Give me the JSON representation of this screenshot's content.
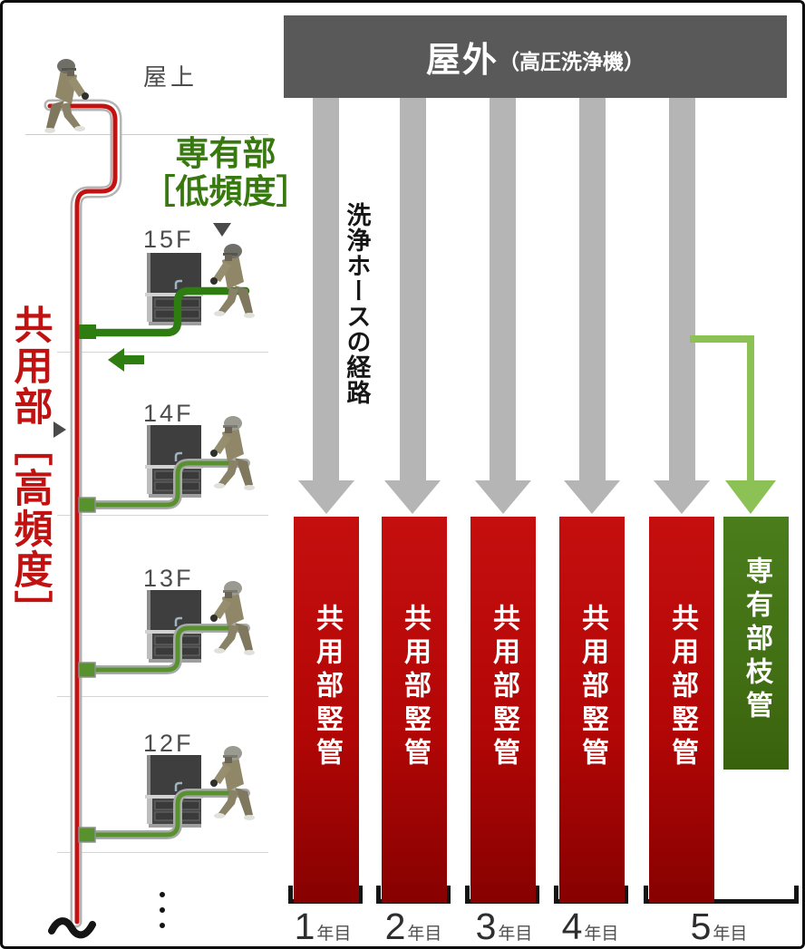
{
  "building": {
    "roof_label": "屋上",
    "common_riser_label": "共用部［高頻度］",
    "private_branch_label_line1": "専有部",
    "private_branch_label_line2": "［低頻度］",
    "floors": [
      {
        "label": "15F"
      },
      {
        "label": "14F"
      },
      {
        "label": "13F"
      },
      {
        "label": "12F"
      }
    ]
  },
  "flow": {
    "header_title": "屋外",
    "header_subtitle": "（高圧洗浄機）",
    "hose_route_label": "洗浄ホースの経路",
    "bars": [
      {
        "label": "共用部竪管",
        "type": "red"
      },
      {
        "label": "共用部竪管",
        "type": "red"
      },
      {
        "label": "共用部竪管",
        "type": "red"
      },
      {
        "label": "共用部竪管",
        "type": "red"
      },
      {
        "label": "共用部竪管",
        "type": "red"
      },
      {
        "label": "専有部枝管",
        "type": "green"
      }
    ],
    "year_labels": [
      {
        "num": "1",
        "unit": "年目"
      },
      {
        "num": "2",
        "unit": "年目"
      },
      {
        "num": "3",
        "unit": "年目"
      },
      {
        "num": "4",
        "unit": "年目"
      },
      {
        "num": "5",
        "unit": "年目"
      }
    ]
  },
  "colors": {
    "header_bg": "#595959",
    "gray_arrow": "#b5b5b5",
    "green_arrow": "#8cc155",
    "red_bar_top": "#c50f0f",
    "red_bar_bottom": "#870101",
    "green_bar_top": "#4a7d1c",
    "green_bar_bottom": "#3a620d",
    "red_text": "#c11212",
    "green_text": "#37790f",
    "riser_pipe_red": "#c31212",
    "hose_green": "#2e7d10",
    "bracket_black": "#141414"
  }
}
